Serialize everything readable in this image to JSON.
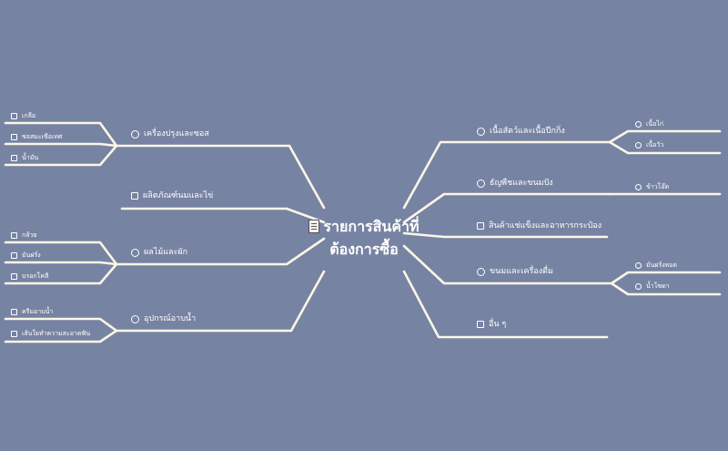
{
  "center": {
    "line1": "รายการสินค้าที่",
    "line2": "ต้องการซื้อ",
    "icon": "memo-icon"
  },
  "left": [
    {
      "label": "เครื่องปรุงและซอส",
      "icon": "circle",
      "children": [
        {
          "label": "เกลือ",
          "icon": "square"
        },
        {
          "label": "ซอสมะเขือเทศ",
          "icon": "square"
        },
        {
          "label": "น้ำมัน",
          "icon": "square"
        }
      ]
    },
    {
      "label": "ผลิตภัณฑ์นมและไข่",
      "icon": "square",
      "children": []
    },
    {
      "label": "ผลไม้และผัก",
      "icon": "circle",
      "children": [
        {
          "label": "กล้วย",
          "icon": "square"
        },
        {
          "label": "มันฝรั่ง",
          "icon": "square"
        },
        {
          "label": "บรอกโคลี",
          "icon": "square"
        }
      ]
    },
    {
      "label": "อุปกรณ์อาบน้ำ",
      "icon": "circle",
      "children": [
        {
          "label": "ครีมอาบน้ำ",
          "icon": "square"
        },
        {
          "label": "เส้นใยทำความสะอาดฟัน",
          "icon": "square"
        }
      ]
    }
  ],
  "right": [
    {
      "label": "เนื้อสัตว์และเนื้อปีกกิ่ง",
      "icon": "circle",
      "children": [
        {
          "label": "เนื้อไก่",
          "icon": "circle"
        },
        {
          "label": "เนื้อวัว",
          "icon": "circle"
        }
      ]
    },
    {
      "label": "ธัญพืชและขนมปัง",
      "icon": "circle",
      "children": [
        {
          "label": "ข้าวโอ๊ต",
          "icon": "circle"
        }
      ]
    },
    {
      "label": "สินค้าแช่แข็งและอาหารกระป๋อง",
      "icon": "square",
      "children": []
    },
    {
      "label": "ขนมและเครื่องดื่ม",
      "icon": "circle",
      "children": [
        {
          "label": "มันฝรั่งทอด",
          "icon": "circle"
        },
        {
          "label": "น้ำโซดา",
          "icon": "circle"
        }
      ]
    },
    {
      "label": "อื่น ๆ",
      "icon": "square",
      "children": []
    }
  ],
  "colors": {
    "background": "#7783a2",
    "line": "#fbf6e6",
    "text": "#ffffff"
  }
}
